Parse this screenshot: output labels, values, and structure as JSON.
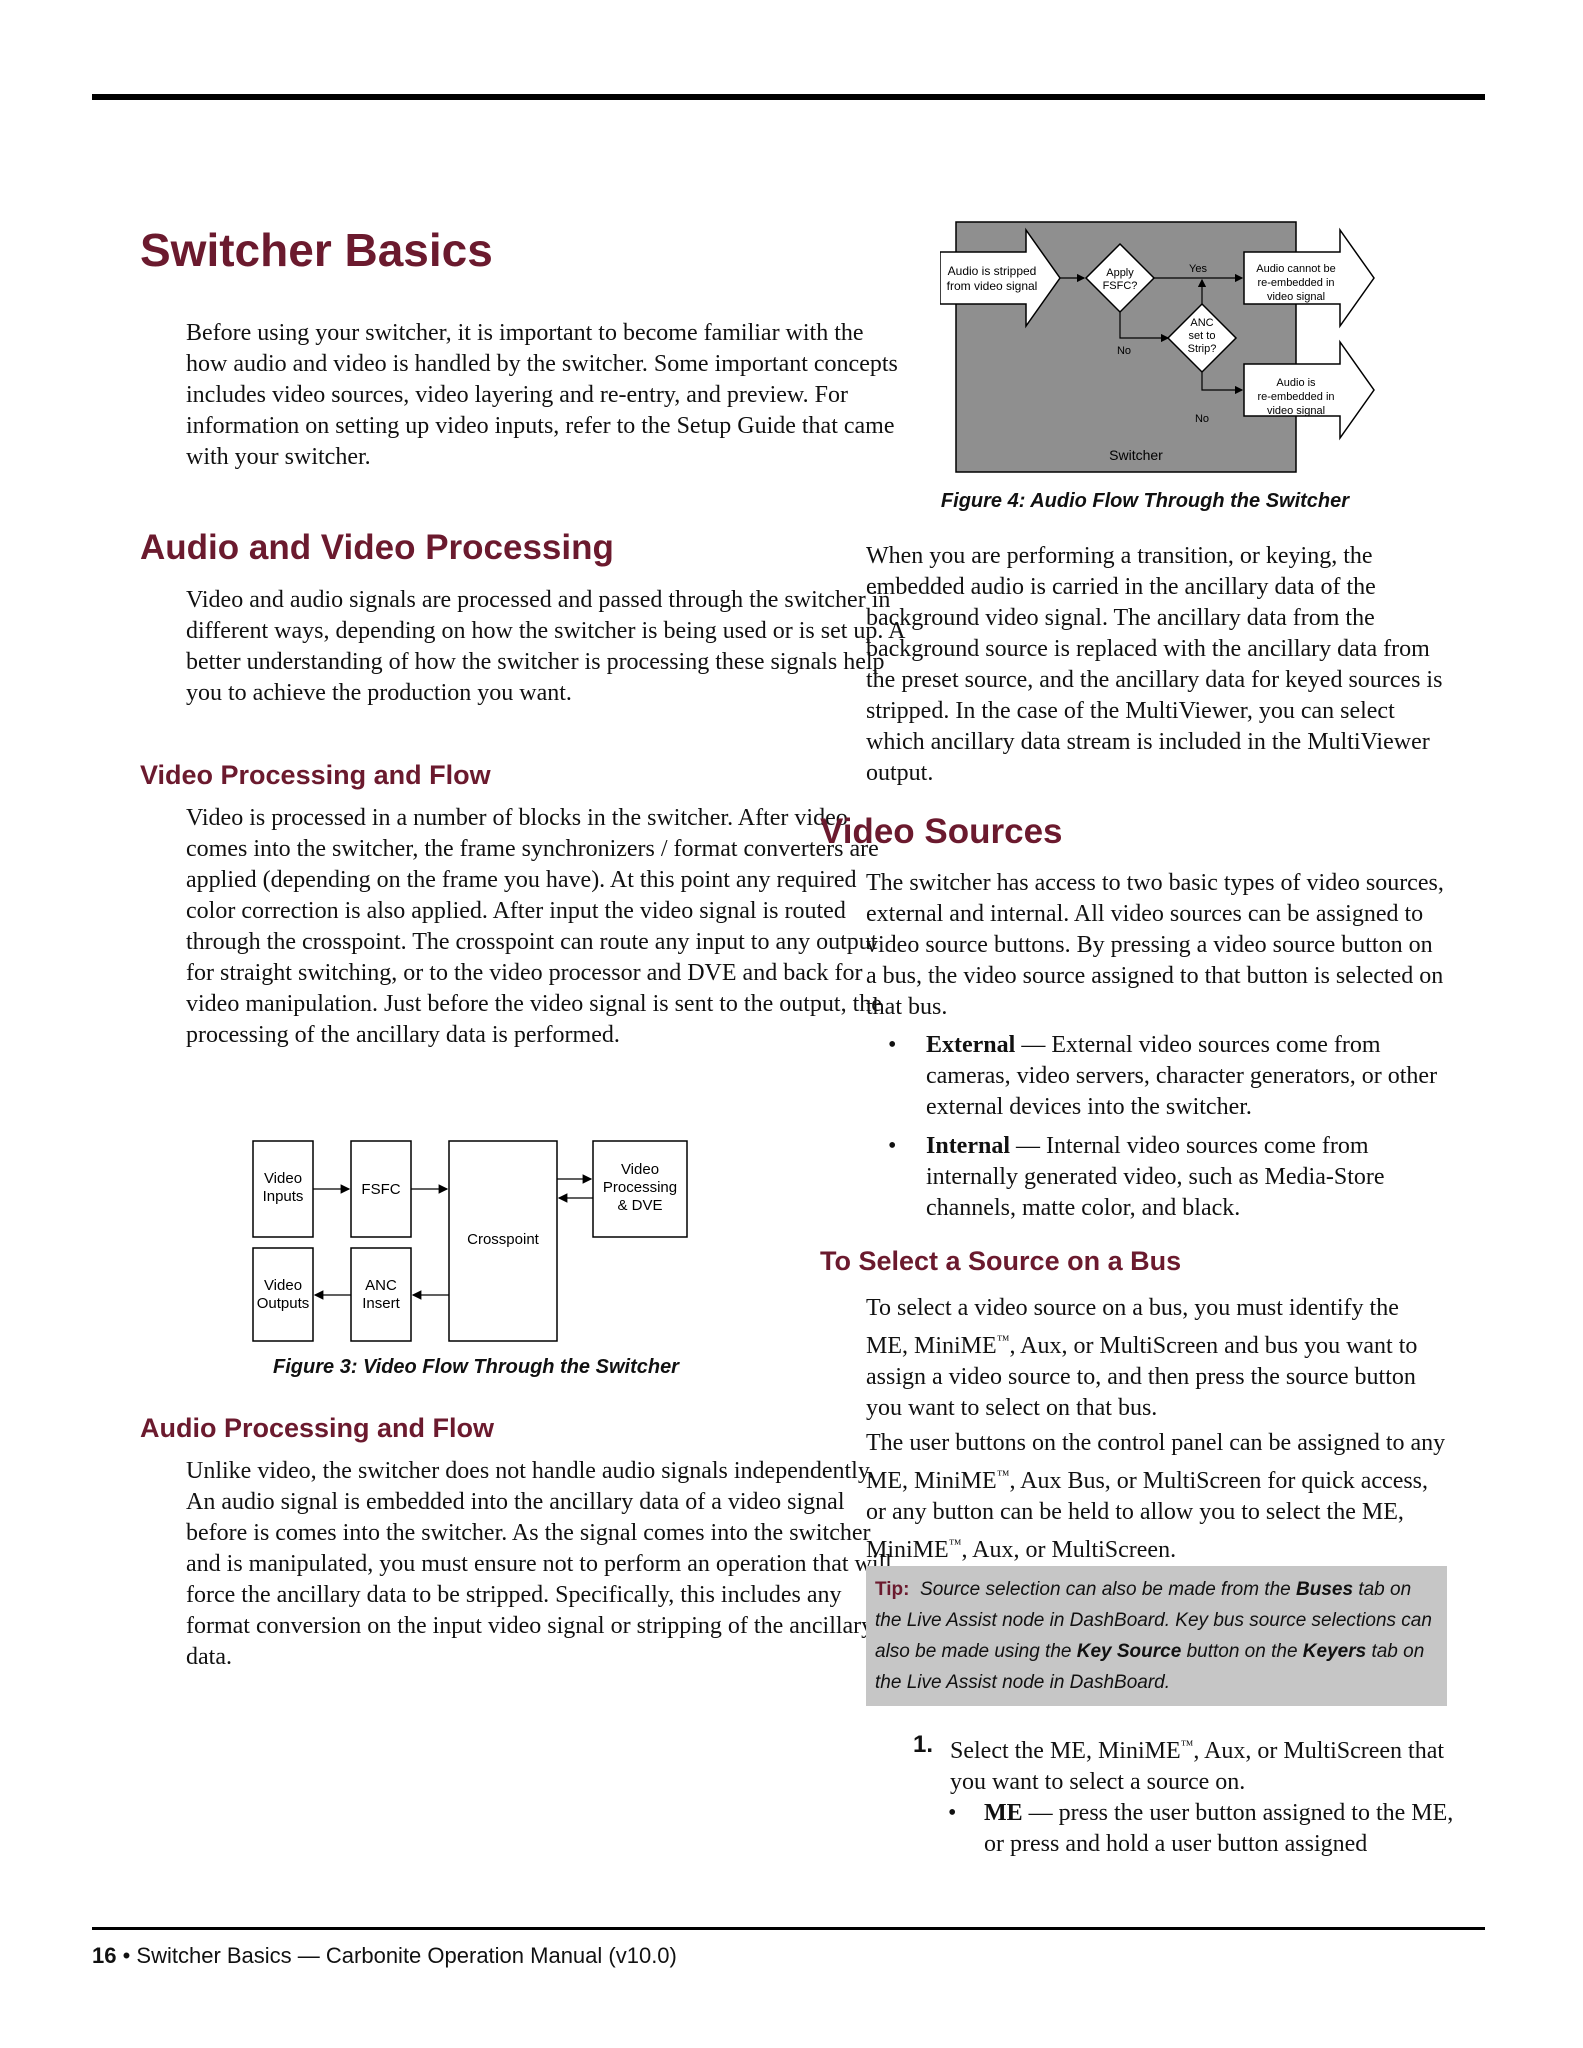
{
  "page": {
    "title": "Switcher Basics",
    "intro": "Before using your switcher, it is important to become familiar with the how audio and video is handled by the switcher. Some important concepts includes video sources, video layering and re-entry, and preview. For information on setting up video inputs, refer to the Setup Guide that came with your switcher."
  },
  "audio_video": {
    "heading": "Audio and Video Processing",
    "body": "Video and audio signals are processed and passed through the switcher in different ways, depending on how the switcher is being used or is set up. A better understanding of how the switcher is processing these signals help you to achieve the production you want."
  },
  "video_flow": {
    "heading": "Video Processing and Flow",
    "body": "Video is processed in a number of blocks in the switcher. After video comes into the switcher, the frame synchronizers / format converters are applied (depending on the frame you have). At this point any required color correction is also applied. After input the video signal is routed through the crosspoint. The crosspoint can route any input to any output for straight switching, or to the video processor and DVE and back for video manipulation. Just before the video signal is sent to the output, the processing of the ancillary data is performed."
  },
  "figure3": {
    "caption": "Figure 3: Video Flow Through the Switcher",
    "video_inputs": [
      "Video",
      "Inputs"
    ],
    "fsfc": "FSFC",
    "crosspoint": "Crosspoint",
    "dve": [
      "Video",
      "Processing",
      "& DVE"
    ],
    "video_outputs": [
      "Video",
      "Outputs"
    ],
    "anc_insert": [
      "ANC",
      "Insert"
    ]
  },
  "audio_flow": {
    "heading": "Audio Processing and Flow",
    "body": "Unlike video, the switcher does not handle audio signals independently. An audio signal is embedded into the ancillary data of a video signal before is comes into the switcher. As the signal comes into the switcher and is manipulated, you must ensure not to perform an operation that will force the ancillary data to be stripped. Specifically, this includes any format conversion on the input video signal or stripping of the ancillary data."
  },
  "figure4": {
    "caption": "Figure 4: Audio Flow Through the Switcher",
    "stripped": [
      "Audio is stripped",
      "from video signal"
    ],
    "apply_fsfc": [
      "Apply",
      "FSFC?"
    ],
    "yes": "Yes",
    "no1": "No",
    "anc": [
      "ANC",
      "set to",
      "Strip?"
    ],
    "no2": "No",
    "cannot": [
      "Audio cannot be",
      "re-embedded in",
      "video signal"
    ],
    "is_reembedded": [
      "Audio is",
      "re-embedded in",
      "video signal"
    ],
    "switcher": "Switcher"
  },
  "right_intro": "When you are performing a transition, or keying, the embedded audio is carried in the ancillary data of the background video signal. The ancillary data from the background source is replaced with the ancillary data from the preset source, and the ancillary data for keyed sources is stripped. In the case of the MultiViewer, you can select which ancillary data stream is included in the MultiViewer output.",
  "video_sources": {
    "heading": "Video Sources",
    "body": "The switcher has access to two basic types of video sources, external and internal. All video sources can be assigned to video source buttons. By pressing a video source button on a bus, the video source assigned to that button is selected on that bus.",
    "bullet_symbol": "•",
    "external_term": "External",
    "external_text": " — External video sources come from cameras, video servers, character generators, or other external devices into the switcher.",
    "internal_term": "Internal",
    "internal_text": " — Internal video sources come from internally generated video, such as Media-Store channels, matte color, and black."
  },
  "select_source": {
    "heading": "To Select a Source on a Bus",
    "p1a": "To select a video source on a bus, you must identify the ME, MiniME",
    "p1b": ", Aux, or MultiScreen and bus you want to assign a video source to, and then press the source button you want to select on that bus.",
    "p2a": "The user buttons on the control panel can be assigned to any ME, MiniME",
    "p2b": ", Aux Bus, or MultiScreen for quick access, or any button can be held to allow you to select the ME, MiniME",
    "p2c": ", Aux, or MultiScreen.",
    "tm": "™",
    "tip_label": "Tip:",
    "tip1": "Source selection can also be made from the ",
    "tip_buses": "Buses",
    "tip2": " tab on the Live Assist node in DashBoard. Key bus source selections can also be made using the ",
    "tip_keysource": "Key Source",
    "tip3": " button on the ",
    "tip_keyers": "Keyers",
    "tip4": " tab on the Live Assist node in DashBoard.",
    "step_num": "1.",
    "step1a": "Select the ME, MiniME",
    "step1b": ", Aux, or MultiScreen that you want to select a source on.",
    "me_term": "ME",
    "me_text": " — press the user button assigned to the ME, or press and hold a user button assigned"
  },
  "footer": {
    "page_num": "16",
    "text": " • Switcher Basics — Carbonite Operation Manual (v10.0)"
  }
}
